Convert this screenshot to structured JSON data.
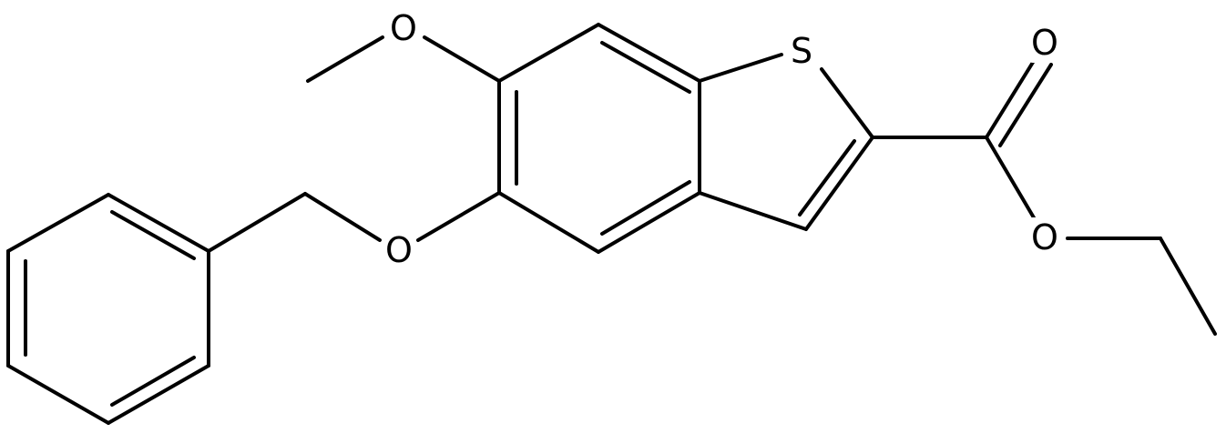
{
  "figure": {
    "type": "chemical-structure",
    "colors": {
      "bond": "#000000",
      "label": "#000000",
      "background": "#ffffff"
    }
  },
  "atoms": {
    "methoxy_oxygen": "O",
    "sulfur": "S",
    "carbonyl_oxygen": "O",
    "ester_oxygen": "O",
    "benzyloxy_oxygen": "O"
  }
}
